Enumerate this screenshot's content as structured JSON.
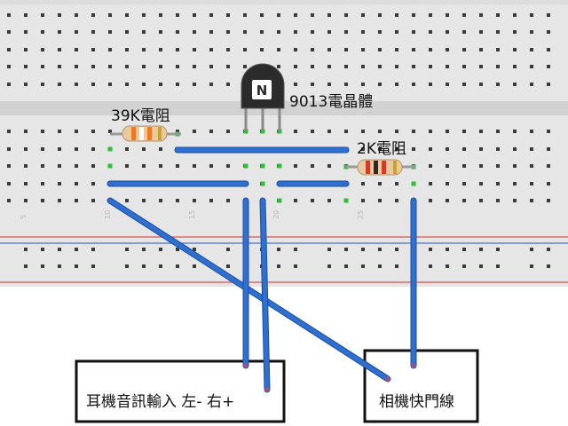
{
  "breadboard": {
    "colors": {
      "board": "#e6e6e6",
      "channel": "#d2d2d2",
      "hole": "#3a3a3a",
      "rail_red": "#d9534f",
      "rail_blue": "#4a6fd6",
      "active_hole": "#2fbf3a",
      "wire": "#2f6fd1",
      "wire_edge": "#1b4f9e",
      "wire_end": "#8a5a8a"
    },
    "column_numbers": [
      "5",
      "10",
      "15",
      "20",
      "25"
    ]
  },
  "components": {
    "resistor_39k": {
      "label": "39K電阻"
    },
    "resistor_2k": {
      "label": "2K電阻"
    },
    "transistor": {
      "label": "9013電晶體",
      "marking": "N"
    }
  },
  "boxes": {
    "audio_input": {
      "label": "耳機音訊輸入 左- 右+"
    },
    "shutter": {
      "label": "相機快門線"
    }
  }
}
